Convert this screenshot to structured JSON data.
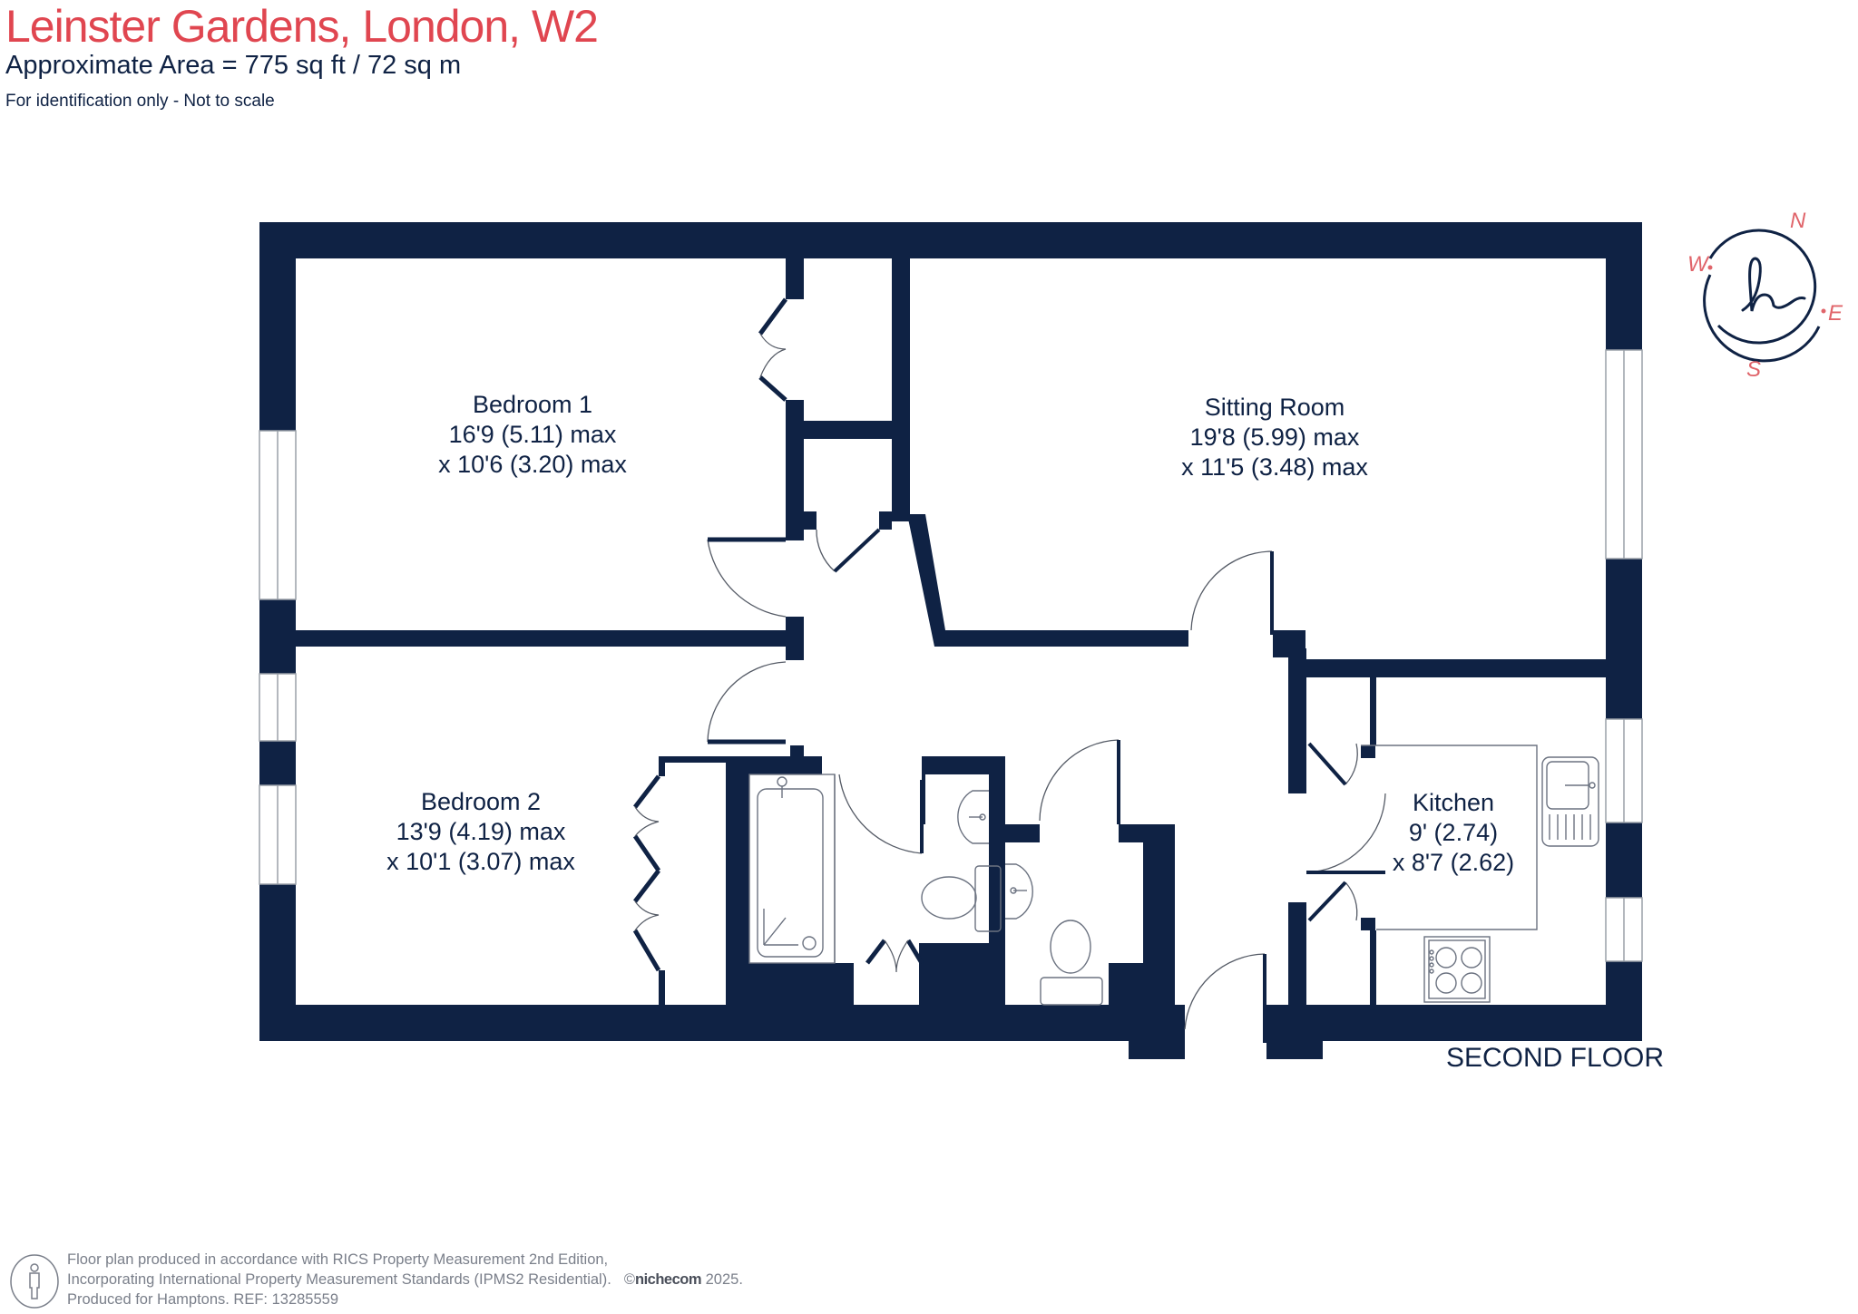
{
  "header": {
    "title": "Leinster Gardens, London, W2",
    "area": "Approximate Area = 775 sq ft / 72 sq m",
    "note": "For identification only - Not to scale"
  },
  "rooms": [
    {
      "name": "Bedroom 1",
      "dim1": "16'9 (5.11) max",
      "dim2": "x 10'6 (3.20) max"
    },
    {
      "name": "Sitting Room",
      "dim1": "19'8 (5.99) max",
      "dim2": "x 11'5 (3.48) max"
    },
    {
      "name": "Bedroom 2",
      "dim1": "13'9 (4.19) max",
      "dim2": "x 10'1 (3.07) max"
    },
    {
      "name": "Kitchen",
      "dim1": "9' (2.74)",
      "dim2": "x 8'7 (2.62)"
    }
  ],
  "floor_label": "SECOND FLOOR",
  "compass": {
    "n": "N",
    "e": "E",
    "s": "S",
    "w": "W"
  },
  "footer": {
    "line1": "Floor plan produced in accordance with RICS Property Measurement 2nd Edition,",
    "line2": "Incorporating International Property Measurement Standards (IPMS2 Residential).",
    "copyright_symbol": "©",
    "brand": "nichecom",
    "year": "2025.",
    "line3": "Produced for Hamptons.  REF:  13285559"
  },
  "colors": {
    "wall": "#0f2244",
    "title": "#e04650",
    "compass_letters": "#e0646a",
    "fixture_stroke": "#6b7280"
  }
}
